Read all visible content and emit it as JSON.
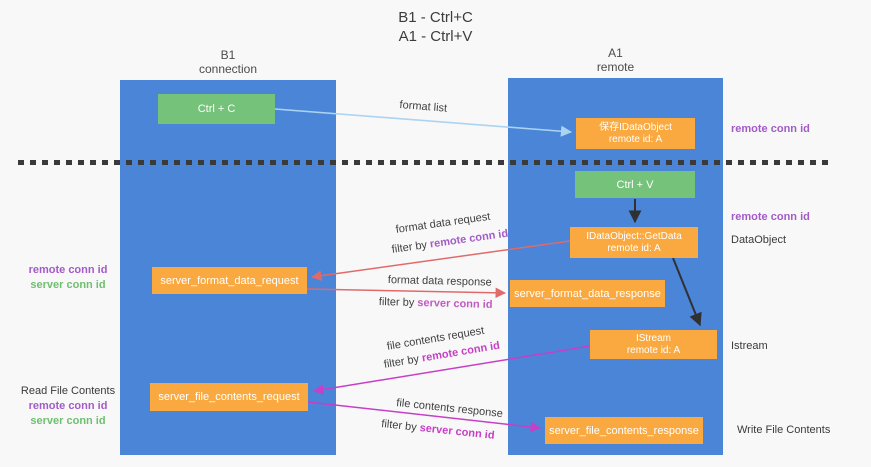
{
  "title": {
    "line1": "B1 - Ctrl+C",
    "line2": "A1 - Ctrl+V"
  },
  "lanes": {
    "left": {
      "name": "B1",
      "subtitle": "connection"
    },
    "right": {
      "name": "A1",
      "subtitle": "remote"
    }
  },
  "boxes": {
    "ctrl_c": {
      "label": "Ctrl + C"
    },
    "save_dataobject": {
      "line1": "保存IDataObject",
      "line2": "remote id: A"
    },
    "ctrl_v": {
      "label": "Ctrl + V"
    },
    "getdata": {
      "line1": "IDataObject::GetData",
      "line2": "remote id: A"
    },
    "server_format_data_request": {
      "label": "server_format_data_request"
    },
    "server_format_data_response": {
      "label": "server_format_data_response"
    },
    "istream": {
      "line1": "IStream",
      "line2": "remote id: A"
    },
    "server_file_contents_request": {
      "label": "server_file_contents_request"
    },
    "server_file_contents_response": {
      "label": "server_file_contents_response"
    }
  },
  "annotations": {
    "right_remote_conn_top": "remote conn id",
    "right_remote_conn_mid": "remote conn id",
    "dataobject": "DataObject",
    "istream": "Istream",
    "write_file_contents": "Write File Contents",
    "left_remote_conn_1": "remote conn id",
    "left_server_conn_1": "server conn id",
    "read_file_contents": "Read File Contents",
    "left_remote_conn_2": "remote conn id",
    "left_server_conn_2": "server conn id"
  },
  "arrows": {
    "format_list": {
      "label": "format list",
      "color": "#abd3f2"
    },
    "ctrl_v_to_getdata": {
      "color": "#303030"
    },
    "format_data_request": {
      "label": "format data request",
      "filter_prefix": "filter by ",
      "filter_key": "remote conn id",
      "color": "#e06a6a",
      "filter_color": "#a35bc8"
    },
    "format_data_response": {
      "label": "format data response",
      "filter_prefix": "filter by ",
      "filter_key": "server conn id",
      "color": "#e06a6a",
      "filter_color": "#c25ac2"
    },
    "getdata_to_istream": {
      "color": "#303030"
    },
    "file_contents_request": {
      "label": "file contents request",
      "filter_prefix": "filter by ",
      "filter_key": "remote conn id",
      "color": "#c63fc6",
      "filter_color": "#c63fc6"
    },
    "file_contents_response": {
      "label": "file contents response",
      "filter_prefix": "filter by ",
      "filter_key": "server conn id",
      "color": "#c63fc6",
      "filter_color": "#bb4abb"
    }
  },
  "colors": {
    "lane_blue": "#4a85d8",
    "box_orange": "#f9a940",
    "box_green": "#75c37a",
    "purple": "#a35bc8",
    "magenta": "#c63fc6",
    "green_label": "#6fbf70",
    "red_arrow": "#e06a6a",
    "light_blue_arrow": "#abd3f2",
    "black_arrow": "#303030",
    "background": "#f8f8f9"
  }
}
